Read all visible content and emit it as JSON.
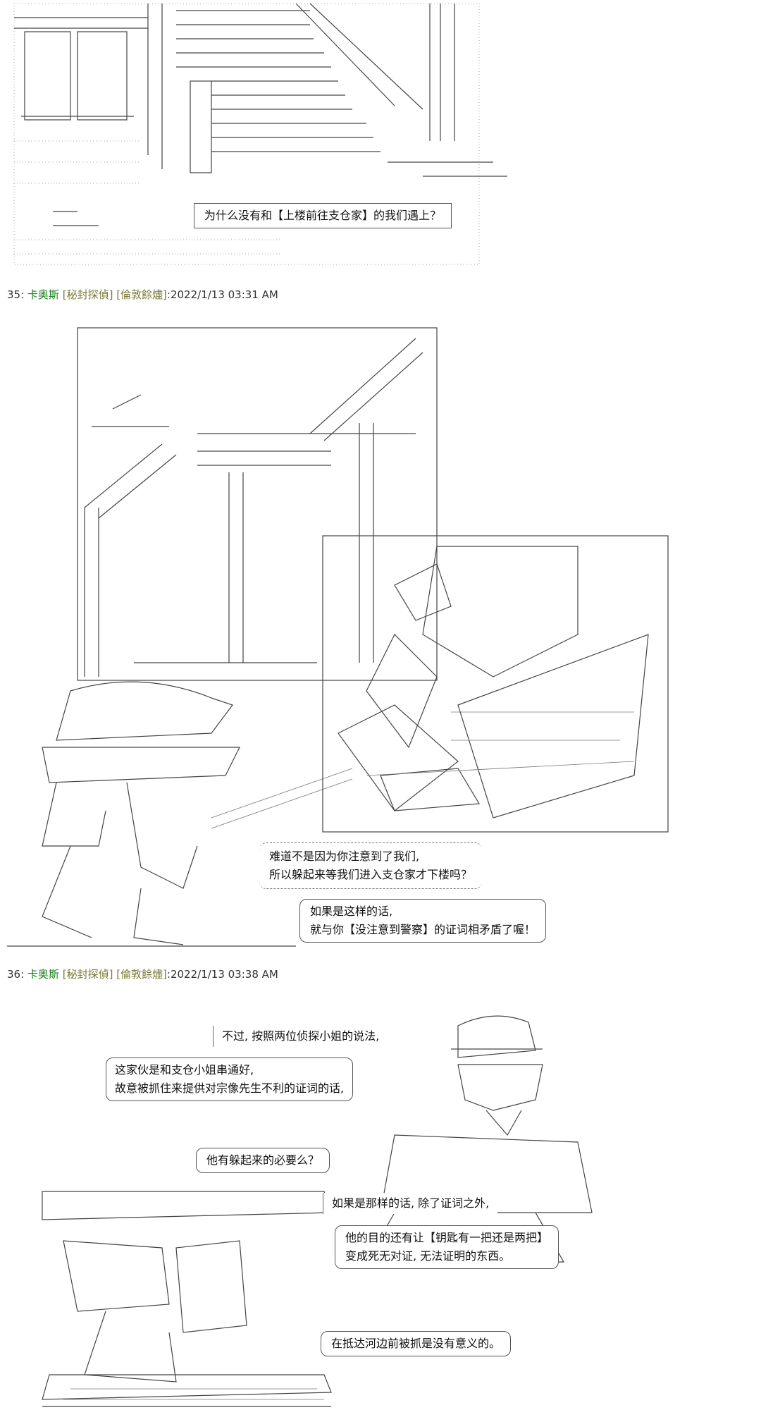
{
  "posts": [
    {
      "number": "35:",
      "name": "卡奥斯",
      "tags": "[秘封探偵] [倫敦餘燼]",
      "timestamp": ":2022/1/13 03:31 AM"
    },
    {
      "number": "36:",
      "name": "卡奥斯",
      "tags": "[秘封探偵] [倫敦餘燼]",
      "timestamp": ":2022/1/13 03:38 AM"
    }
  ],
  "dialogue": {
    "p1": "为什么没有和【上楼前往支仓家】的我们遇上？",
    "p2a_line1": "难道不是因为你注意到了我们,",
    "p2a_line2": "所以躲起来等我们进入支仓家才下楼吗？",
    "p2b_line1": "如果是这样的话,",
    "p2b_line2": "就与你【没注意到警察】的证词相矛盾了喔！",
    "p3a": "不过, 按照两位侦探小姐的说法,",
    "p3b_line1": "这家伙是和支仓小姐串通好,",
    "p3b_line2": "故意被抓住来提供对宗像先生不利的证词的话,",
    "p3c": "他有躲起来的必要么？",
    "p3d": "如果是那样的话, 除了证词之外,",
    "p3e_line1": "他的目的还有让【钥匙有一把还是两把】",
    "p3e_line2": "变成死无对证, 无法证明的东西。",
    "p3f": "在抵达河边前被抓是没有意义的。"
  }
}
